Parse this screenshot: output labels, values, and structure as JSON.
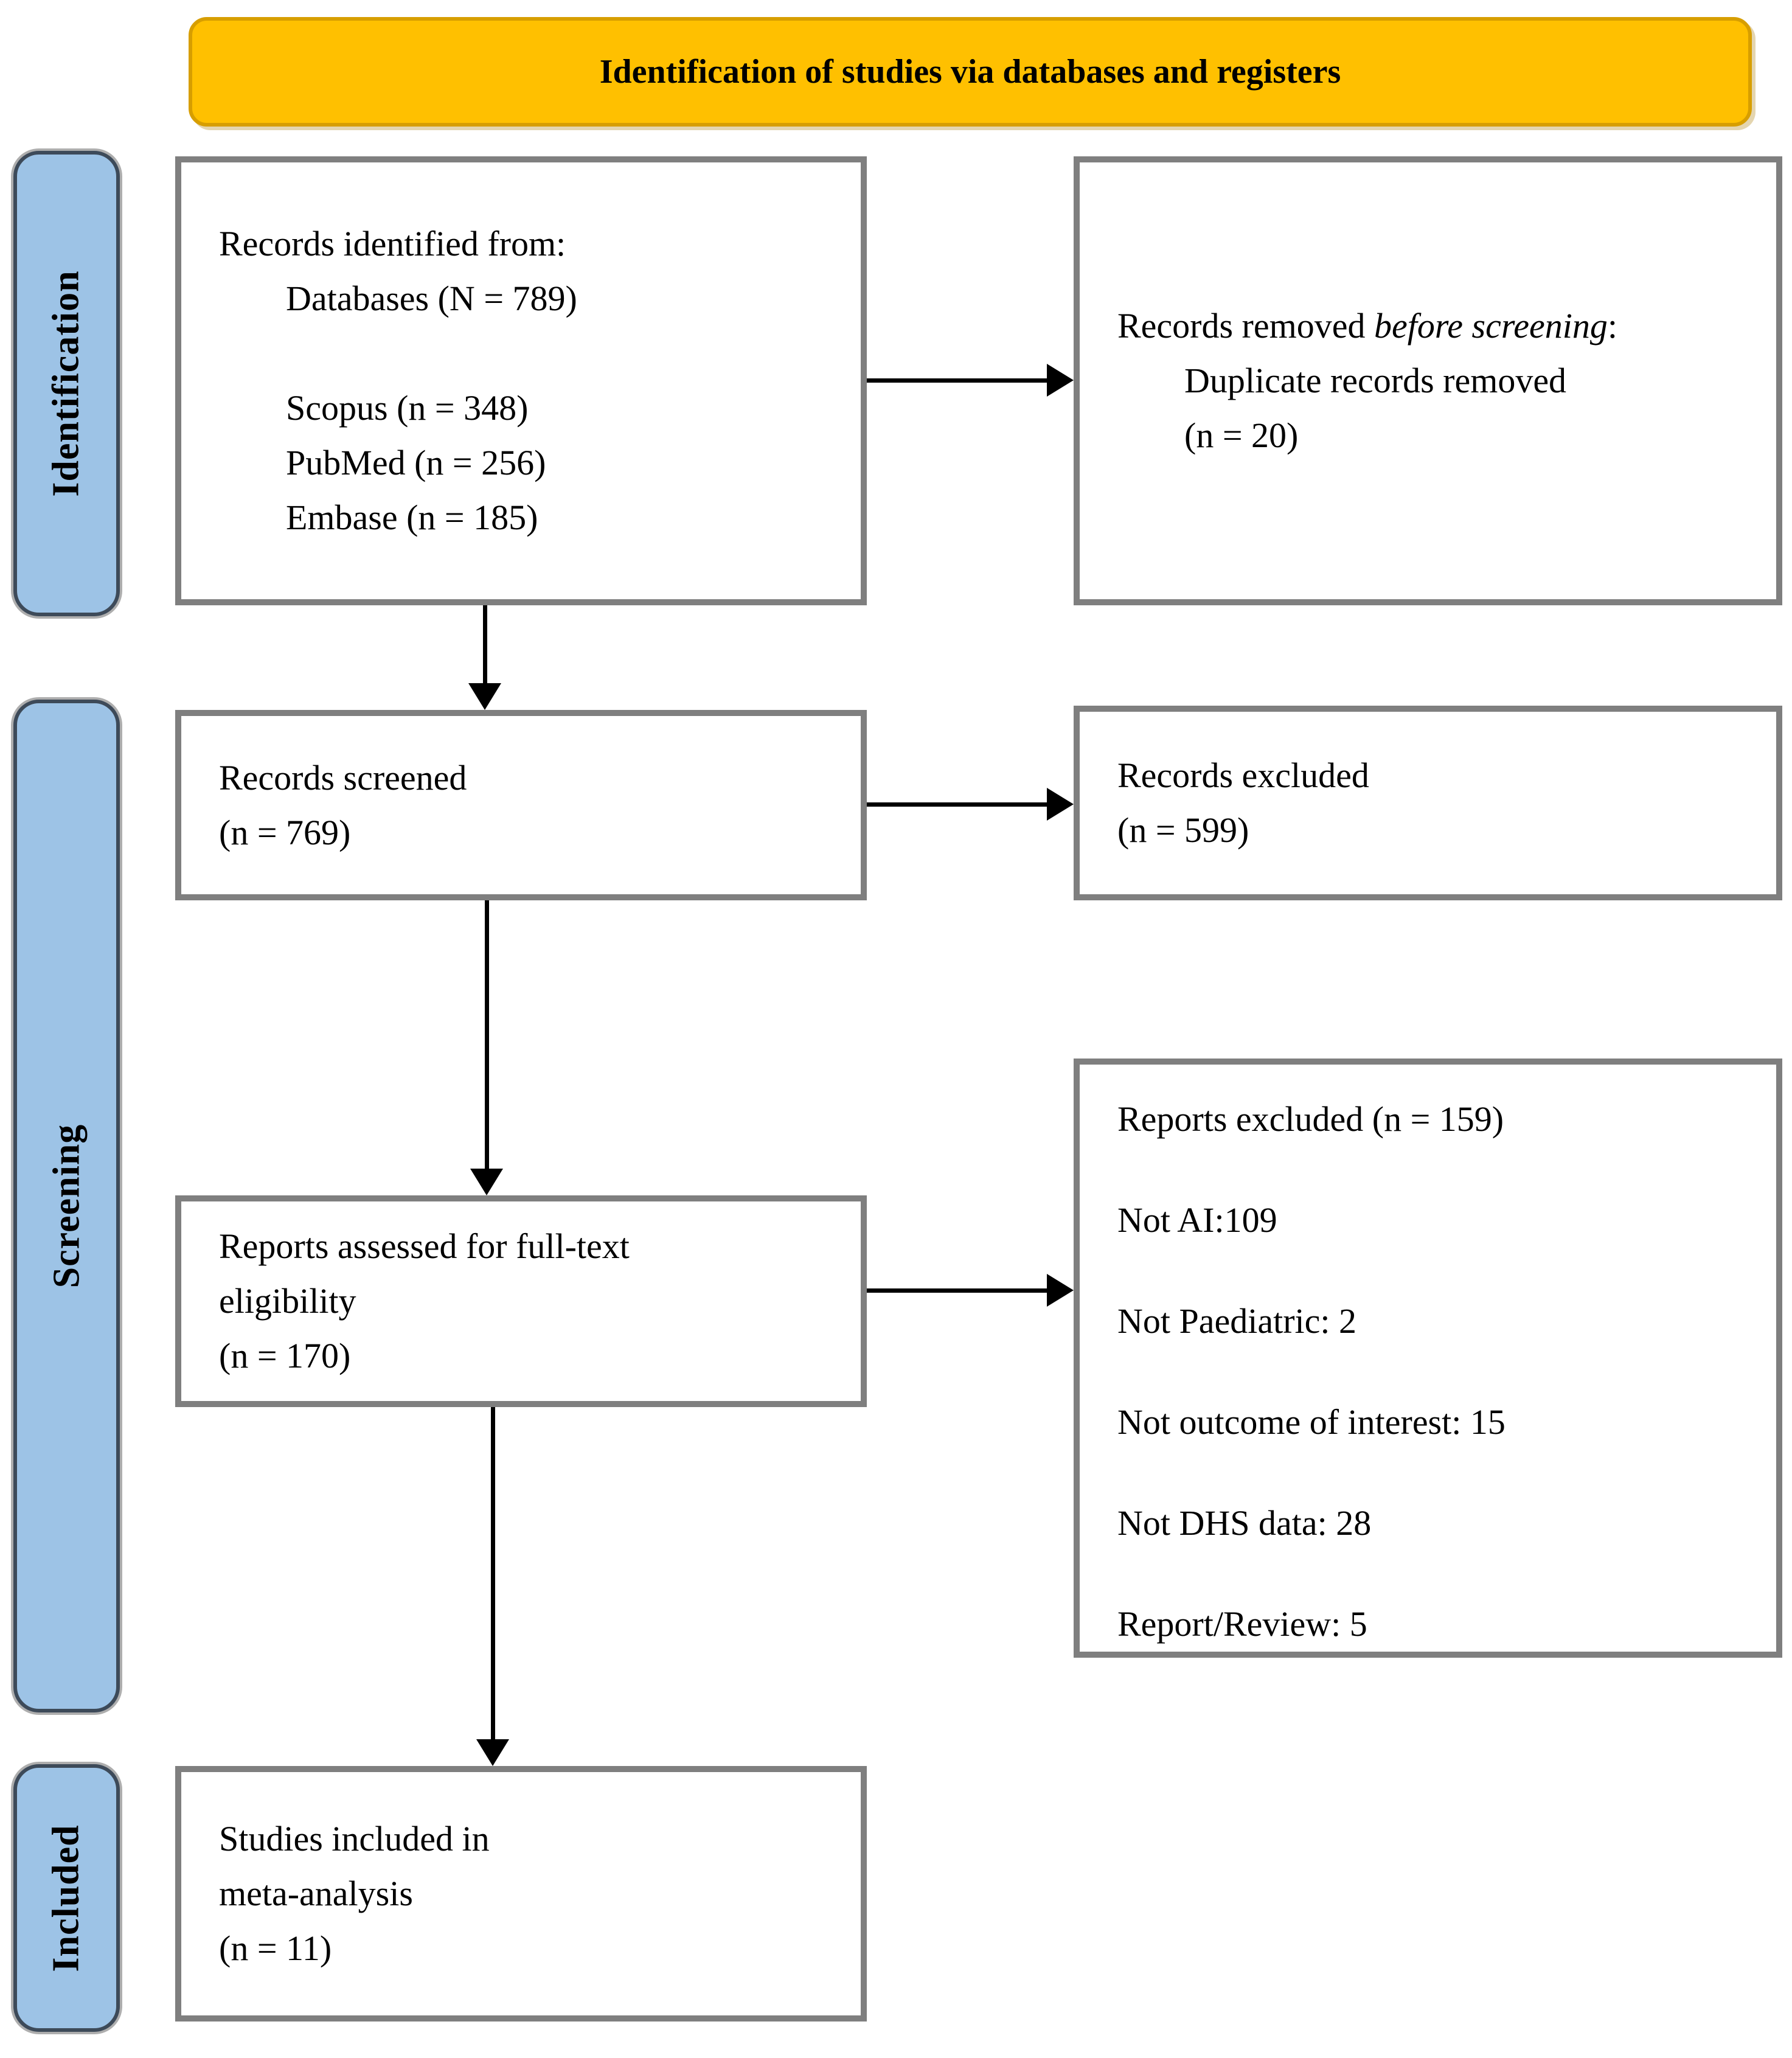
{
  "header": {
    "title": "Identification of studies via databases and registers"
  },
  "side_labels": {
    "identification": "Identification",
    "screening": "Screening",
    "included": "Included"
  },
  "boxes": {
    "records_identified": {
      "line1": "Records identified from:",
      "line2": "Databases (N = 789)",
      "line3": "Scopus (n = 348)",
      "line4": "PubMed (n = 256)",
      "line5": "Embase (n = 185)"
    },
    "records_removed": {
      "line1_pre": "Records removed ",
      "line1_italic": "before screening",
      "line1_colon": ":",
      "line2": "Duplicate records removed",
      "line3": "(n = 20)"
    },
    "records_screened": {
      "line1": "Records screened",
      "line2": "(n = 769)"
    },
    "records_excluded": {
      "line1": "Records excluded",
      "line2": "(n = 599)"
    },
    "reports_assessed": {
      "line1": "Reports assessed for full-text",
      "line2": "eligibility",
      "line3": "(n = 170)"
    },
    "reports_excluded": {
      "title": "Reports excluded (n = 159)",
      "items": [
        "Not AI:109",
        "Not Paediatric: 2",
        "Not outcome of interest: 15",
        "Not DHS data: 28",
        "Report/Review: 5"
      ]
    },
    "studies_included": {
      "line1": "Studies included in",
      "line2": "meta-analysis",
      "line3": "(n = 11)"
    }
  },
  "colors": {
    "banner_bg": "#FFC000",
    "banner_border": "#D79E00",
    "band_bg": "#9DC3E6",
    "band_border": "#3D4A59",
    "box_border": "#7F7F7F",
    "arrow": "#000000",
    "text": "#000000",
    "background": "#FFFFFF"
  }
}
